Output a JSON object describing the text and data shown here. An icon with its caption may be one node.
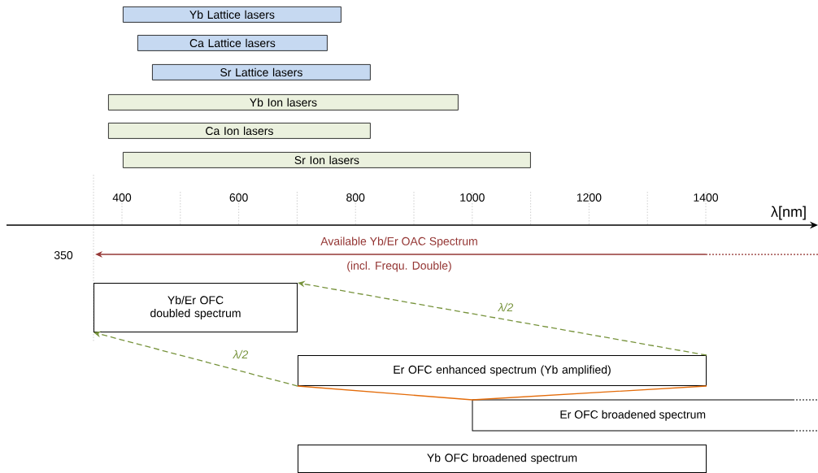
{
  "diagram": {
    "nodes": [
      {
        "text": [
          "Yb Lattice lasers"
        ]
      },
      {
        "text": [
          "Ca Lattice lasers"
        ]
      },
      {
        "text": [
          "Sr Lattice lasers"
        ]
      },
      {
        "text": [
          "Yb Ion lasers"
        ]
      },
      {
        "text": [
          "Ca Ion lasers"
        ]
      },
      {
        "text": [
          "Sr Ion lasers"
        ]
      },
      {
        "text": [
          "Yb/Er OFC doubled spectrum"
        ]
      },
      {
        "text": [
          "Er OFC enhanced spectrum (Yb amplified)"
        ]
      },
      {
        "text": [
          "Er OFC broadened spectrum"
        ]
      },
      {
        "text": [
          "Yb OFC broadened spectrum"
        ]
      }
    ],
    "edges": [
      {
        "from": 7,
        "to": 6,
        "arrow": "to",
        "style": "dashed",
        "color": "#77933c",
        "label": "λ/2"
      },
      {
        "from": 7,
        "to": 6,
        "arrow": "to",
        "style": "dashed",
        "color": "#77933c",
        "label": "λ/2"
      },
      {
        "from": 7,
        "to": 8,
        "arrow": "none",
        "color": "#e46c0a"
      }
    ],
    "labels": [
      "400",
      "600",
      "800",
      "1000",
      "1200",
      "1400",
      "λ[nm]",
      "Available Yb/Er OAC Spectrum",
      "350",
      "(incl. Frequ. Double)"
    ]
  }
}
